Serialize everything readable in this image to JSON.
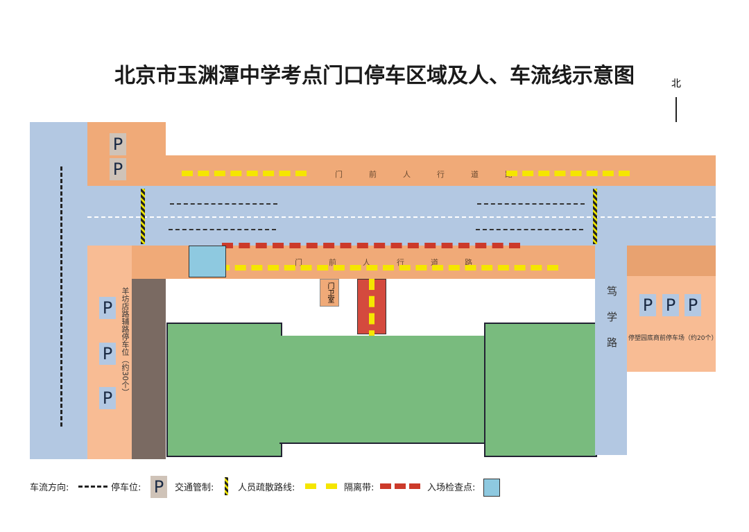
{
  "title": "北京市玉渊潭中学考点门口停车区域及人、车流线示意图",
  "north": "北",
  "walkway_top": "门前人行道路",
  "walkway_bottom": "门前人行道路",
  "guard_room": "门卫室",
  "road_right": "笃学路",
  "parking_left": "羊坊店路辅路停车位（约30个）",
  "parking_right": "停塑园底商前停车场（约20个）",
  "parking_symbol": "P",
  "legend": {
    "traffic": "车流方向:",
    "parking": "停车位:",
    "control": "交通管制:",
    "evac": "人员疏散路线:",
    "barrier": "隔离带:",
    "checkpoint": "入场检查点:"
  },
  "colors": {
    "road": "#b3c8e2",
    "sidewalk": "#f0aa78",
    "parking": "#f8bc94",
    "building": "#79bb7e"
  }
}
